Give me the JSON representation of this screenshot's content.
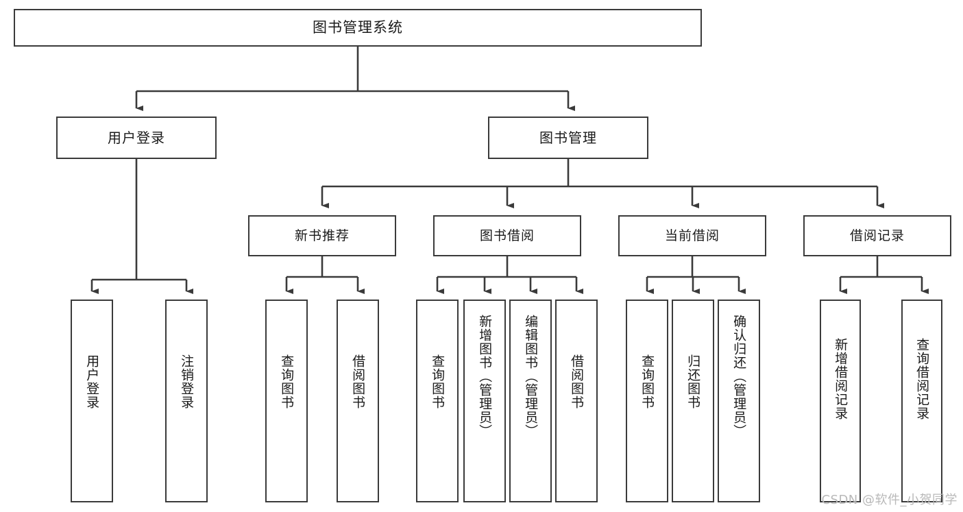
{
  "diagram": {
    "title": "图书管理系统",
    "type": "tree-hierarchy",
    "orientation": "top-down",
    "line_color": "#3a3a3a",
    "box_fill": "#ffffff",
    "text_color": "#1a1a1a",
    "watermark": "CSDN @软件_小贺同学",
    "root": {
      "label": "图书管理系统"
    },
    "level2": [
      {
        "label": "用户登录"
      },
      {
        "label": "图书管理"
      }
    ],
    "level3": [
      {
        "label": "新书推荐"
      },
      {
        "label": "图书借阅"
      },
      {
        "label": "当前借阅"
      },
      {
        "label": "借阅记录"
      }
    ],
    "leaves": {
      "user_login": [
        {
          "label": "用户登录"
        },
        {
          "label": "注销登录"
        }
      ],
      "new_book_recommend": [
        {
          "label": "查询图书"
        },
        {
          "label": "借阅图书"
        }
      ],
      "book_borrow": [
        {
          "label": "查询图书"
        },
        {
          "label": "新增图书（管理员）"
        },
        {
          "label": "编辑图书（管理员）"
        },
        {
          "label": "借阅图书"
        }
      ],
      "current_borrow": [
        {
          "label": "查询图书"
        },
        {
          "label": "归还图书"
        },
        {
          "label": "确认归还（管理员）"
        }
      ],
      "borrow_record": [
        {
          "label": "新增借阅记录"
        },
        {
          "label": "查询借阅记录"
        }
      ]
    }
  }
}
